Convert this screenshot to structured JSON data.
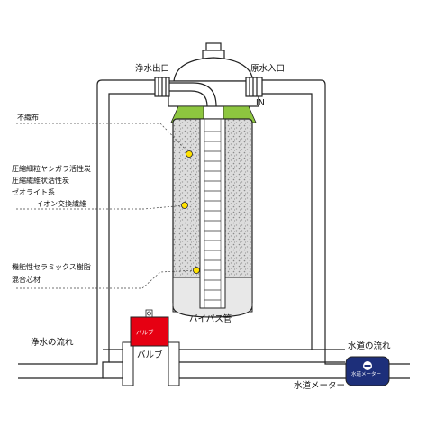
{
  "labels": {
    "clean_outlet": "浄水出口",
    "raw_inlet": "原水入口",
    "in": "IN",
    "nonwoven": "不織布",
    "carbon_1": "圧縮細粒ヤシガラ活性炭",
    "carbon_2": "圧縮繊維状活性炭",
    "zeolite": "ゼオライト系",
    "ion_fiber": "イオン交換繊維",
    "ceramic_1": "機能性セラミックス樹脂",
    "ceramic_2": "混合芯材",
    "bypass": "バイパス管",
    "clean_flow": "浄水の流れ",
    "valve_tag": "バルブ",
    "valve": "バルブ",
    "water_flow": "水道の流れ",
    "meter_tag": "水道メーター",
    "meter": "水道メーター"
  },
  "colors": {
    "accent_green": "#8dc63f",
    "valve_red": "#e60012",
    "meter_blue": "#1d2f7a",
    "marker_yellow": "#ffe100"
  }
}
